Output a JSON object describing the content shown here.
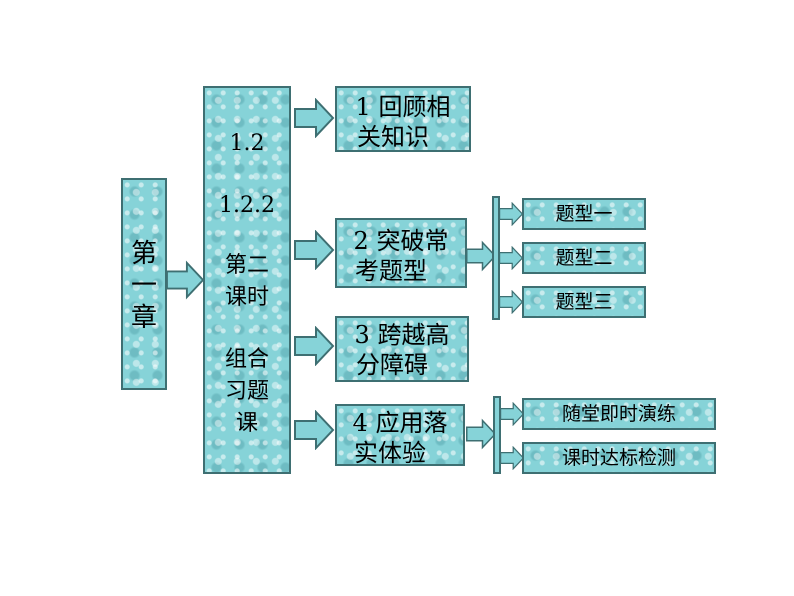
{
  "chapter": {
    "label_line1": "第",
    "label_line2": "一",
    "label_line3": "章"
  },
  "section": {
    "num1": "1.2",
    "num2": "1.2.2",
    "line1": "第二",
    "line2": "课时",
    "line3": "组合",
    "line4": "习题",
    "line5": "课"
  },
  "nodes": {
    "n1": {
      "line1": "1 回顾相",
      "line2": "关知识"
    },
    "n2": {
      "line1": "2 突破常",
      "line2": "考题型"
    },
    "n3": {
      "line1": "3 跨越高",
      "line2": "分障碍"
    },
    "n4": {
      "line1": "4 应用落",
      "line2": "实体验"
    }
  },
  "subs": {
    "t1": "题型一",
    "t2": "题型二",
    "t3": "题型三",
    "p1": "随堂即时演练",
    "p2": "课时达标检测"
  },
  "colors": {
    "fill": "#86d3d8",
    "border": "#3e6f72"
  }
}
